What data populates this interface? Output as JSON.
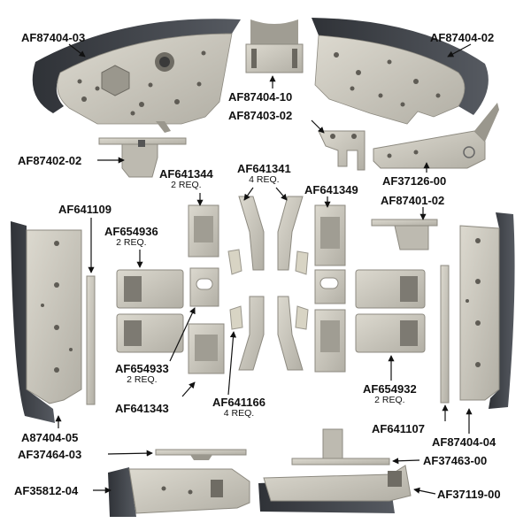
{
  "parts": [
    {
      "id": "af87404-03",
      "label": "AF87404-03",
      "qty": ""
    },
    {
      "id": "af87404-02",
      "label": "AF87404-02",
      "qty": ""
    },
    {
      "id": "af87404-10",
      "label": "AF87404-10",
      "qty": ""
    },
    {
      "id": "af87403-02",
      "label": "AF87403-02",
      "qty": ""
    },
    {
      "id": "af87402-02",
      "label": "AF87402-02",
      "qty": ""
    },
    {
      "id": "af37126-00",
      "label": "AF37126-00",
      "qty": ""
    },
    {
      "id": "af641344",
      "label": "AF641344",
      "qty": "2 REQ."
    },
    {
      "id": "af641341",
      "label": "AF641341",
      "qty": "4 REQ."
    },
    {
      "id": "af641349",
      "label": "AF641349",
      "qty": ""
    },
    {
      "id": "af87401-02",
      "label": "AF87401-02",
      "qty": ""
    },
    {
      "id": "af641109",
      "label": "AF641109",
      "qty": ""
    },
    {
      "id": "af654936",
      "label": "AF654936",
      "qty": "2 REQ."
    },
    {
      "id": "af654933",
      "label": "AF654933",
      "qty": "2 REQ."
    },
    {
      "id": "af641343",
      "label": "AF641343",
      "qty": ""
    },
    {
      "id": "af641166",
      "label": "AF641166",
      "qty": "4 REQ."
    },
    {
      "id": "af654932",
      "label": "AF654932",
      "qty": "2 REQ."
    },
    {
      "id": "af641107",
      "label": "AF641107",
      "qty": ""
    },
    {
      "id": "a87404-05",
      "label": "A87404-05",
      "qty": ""
    },
    {
      "id": "af87404-04",
      "label": "AF87404-04",
      "qty": ""
    },
    {
      "id": "af37464-03",
      "label": "AF37464-03",
      "qty": ""
    },
    {
      "id": "af37463-00",
      "label": "AF37463-00",
      "qty": ""
    },
    {
      "id": "af35812-04",
      "label": "AF35812-04",
      "qty": ""
    },
    {
      "id": "af37119-00",
      "label": "AF37119-00",
      "qty": ""
    }
  ],
  "colors": {
    "metal": "#c9c6bb",
    "metal_dark": "#8d8a80",
    "rubber": "#3e4147",
    "text": "#111111"
  }
}
